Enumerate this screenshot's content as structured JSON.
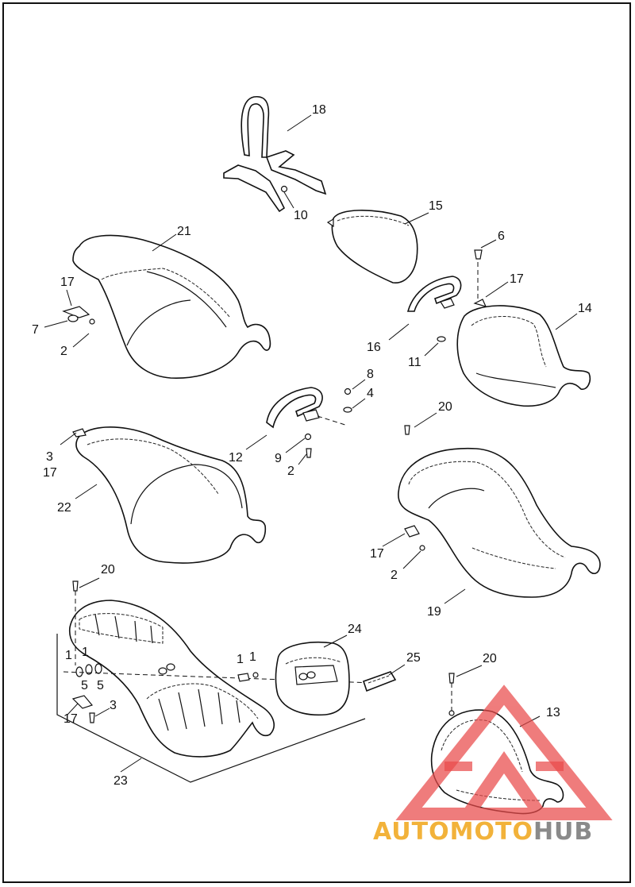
{
  "diagram": {
    "callouts": [
      "18",
      "10",
      "15",
      "21",
      "6",
      "17",
      "17",
      "14",
      "7",
      "2",
      "16",
      "11",
      "8",
      "4",
      "20",
      "3",
      "17",
      "12",
      "9",
      "2",
      "22",
      "17",
      "2",
      "19",
      "20",
      "24",
      "25",
      "1",
      "1",
      "1",
      "1",
      "5",
      "5",
      "3",
      "17",
      "20",
      "13",
      "23"
    ]
  },
  "watermark": {
    "brand_part1": "AUTO",
    "brand_part2": "MOTO",
    "brand_part3": "HUB",
    "colors": {
      "auto": "#f2b23a",
      "moto": "#f2b23a",
      "hub": "#8a8a8a",
      "triangle": "#e94b4b"
    },
    "icon": "triangle-logo-icon"
  }
}
